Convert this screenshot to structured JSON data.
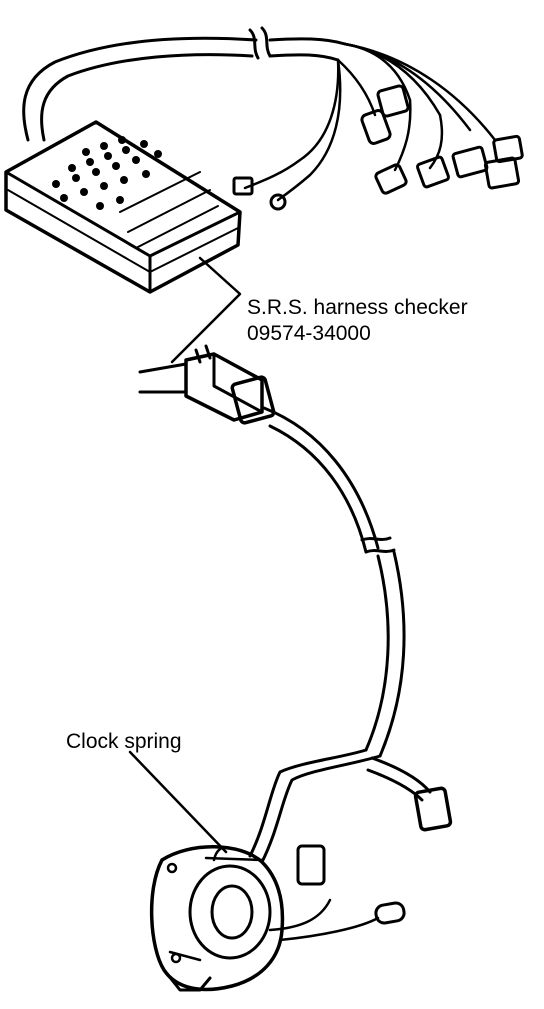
{
  "labels": {
    "checker_name": "S.R.S. harness checker",
    "checker_part_number": "09574-34000",
    "clock_spring": "Clock spring"
  },
  "colors": {
    "ink": "#000000",
    "paper": "#ffffff"
  }
}
